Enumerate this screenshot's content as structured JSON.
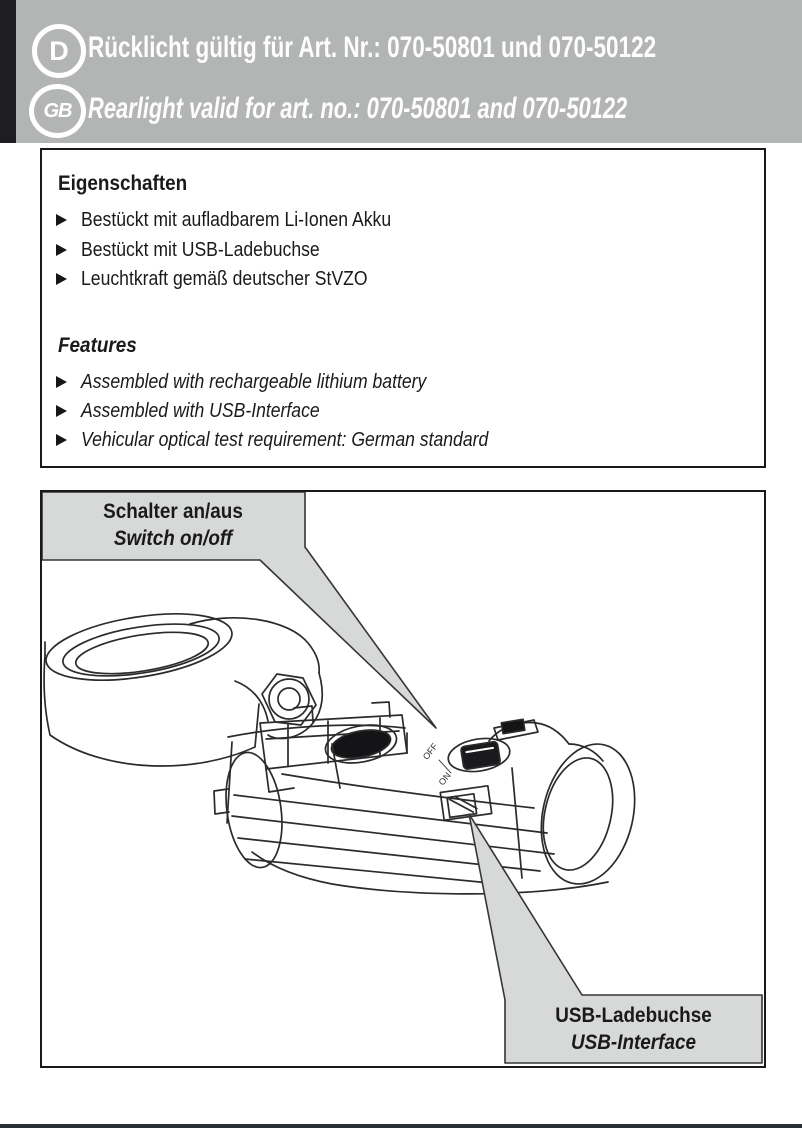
{
  "header": {
    "de": {
      "badge": "D",
      "text": "Rücklicht gültig für Art. Nr.: 070-50801 und 070-50122"
    },
    "en": {
      "badge": "GB",
      "text": "Rearlight valid for art. no.: 070-50801 and 070-50122"
    }
  },
  "features_box": {
    "de": {
      "heading": "Eigenschaften",
      "items": [
        "Bestückt mit aufladbarem Li-Ionen Akku",
        "Bestückt mit USB-Ladebuchse",
        "Leuchtkraft gemäß deutscher StVZO"
      ]
    },
    "en": {
      "heading": "Features",
      "items": [
        "Assembled with rechargeable lithium battery",
        "Assembled with USB-Interface",
        "Vehicular optical test requirement: German standard"
      ]
    }
  },
  "diagram": {
    "switch_label": {
      "de": "Schalter an/aus",
      "en": "Switch on/off"
    },
    "usb_label": {
      "de": "USB-Ladebuchse",
      "en": "USB-Interface"
    },
    "switch_markings": {
      "off": "OFF",
      "on": "ON"
    }
  },
  "colors": {
    "header_bg": "#b3b5b5",
    "header_text": "#fdfdfd",
    "callout_bg": "#d7d8d8",
    "line_color": "#2b2b2d",
    "border_color": "#19191b",
    "rule": "#2b3036"
  }
}
